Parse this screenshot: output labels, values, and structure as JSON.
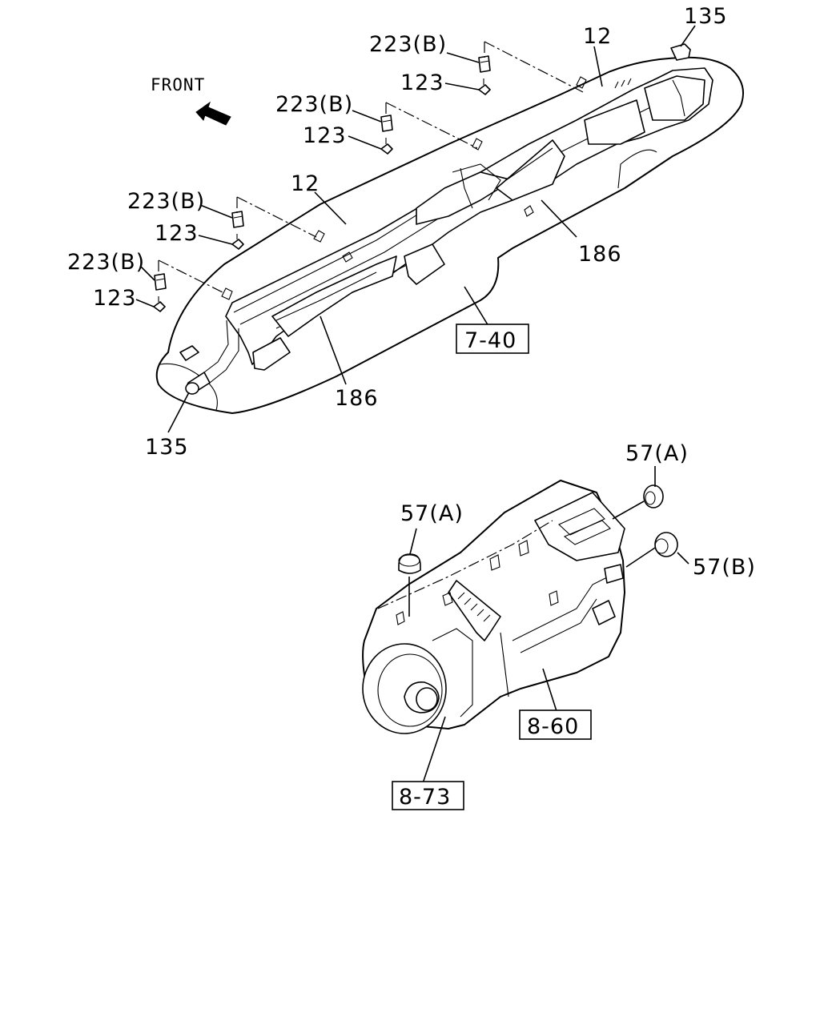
{
  "front_label": "FRONT",
  "labels": {
    "n135_top": "135",
    "n12_top": "12",
    "n223b_1": "223(B)",
    "n123_1": "123",
    "n223b_2": "223(B)",
    "n123_2": "123",
    "n12_mid": "12",
    "n223b_3": "223(B)",
    "n123_3": "123",
    "n223b_4": "223(B)",
    "n123_4": "123",
    "n186_right": "186",
    "n186_bottom": "186",
    "n135_bottom": "135",
    "n57a_right": "57(A)",
    "n57a_left": "57(A)",
    "n57b": "57(B)"
  },
  "references": {
    "ref_7_40": "7-40",
    "ref_8_60": "8-60",
    "ref_8_73": "8-73"
  }
}
